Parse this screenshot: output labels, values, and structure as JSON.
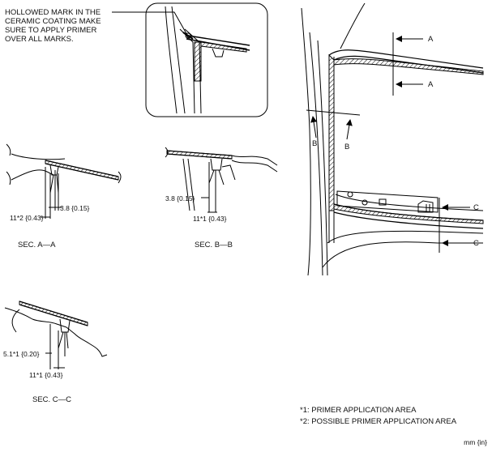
{
  "note_lines": [
    "HOLLOWED MARK IN THE",
    "CERAMIC COATING MAKE",
    "SURE TO APPLY PRIMER",
    "OVER ALL MARKS."
  ],
  "section_marks": {
    "a_top": "A",
    "a_bottom": "A",
    "b_left": "B",
    "b_right": "B",
    "c_top": "C",
    "c_bottom": "C"
  },
  "sections": [
    {
      "title": "SEC. A—A",
      "dims": [
        "3.8 {0.15}",
        "11*2 {0.43}"
      ]
    },
    {
      "title": "SEC. B—B",
      "dims": [
        "3.8 {0.15}",
        "11*1 {0.43}"
      ]
    },
    {
      "title": "SEC. C—C",
      "dims": [
        "5.1*1 {0.20}",
        "11*1 {0.43}"
      ]
    }
  ],
  "legend": [
    "*1:  PRIMER APPLICATION AREA",
    "*2:  POSSIBLE PRIMER APPLICATION AREA"
  ],
  "unit_label": "mm {in}"
}
